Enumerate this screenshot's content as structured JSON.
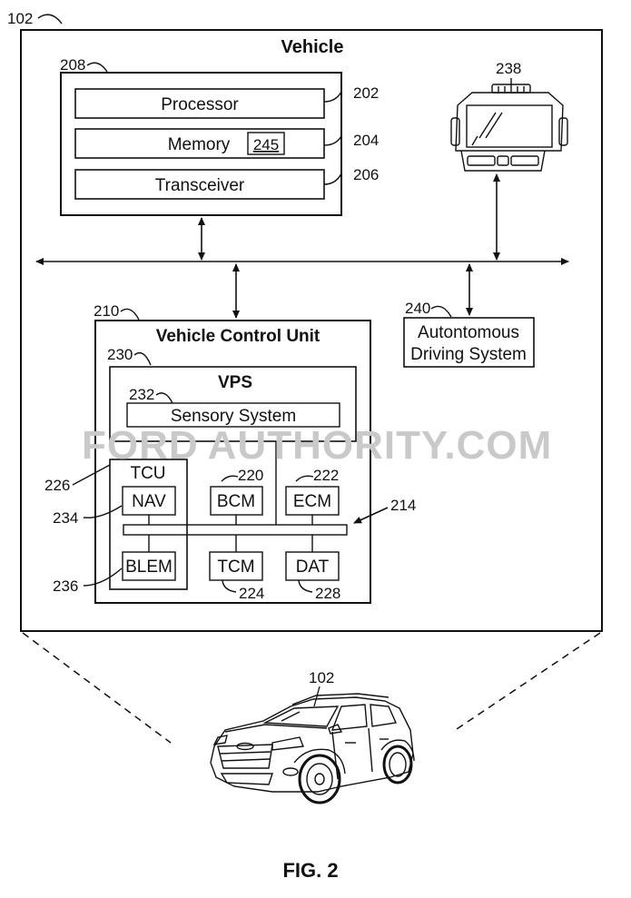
{
  "figure": {
    "label": "FIG. 2"
  },
  "watermark": {
    "text": "FORD AUTHORITY.COM",
    "brand": "FORD",
    "rest": "AUTHORITY.COM"
  },
  "vehicle_frame": {
    "ref": "102",
    "title": "Vehicle"
  },
  "computing_block": {
    "ref": "208",
    "processor": {
      "label": "Processor",
      "ref": "202"
    },
    "memory": {
      "label": "Memory",
      "ref": "204",
      "inner_ref": "245"
    },
    "transceiver": {
      "label": "Transceiver",
      "ref": "206"
    }
  },
  "display_unit": {
    "ref": "238"
  },
  "autonomous": {
    "ref": "240",
    "line1": "Autontomous",
    "line2": "Driving System"
  },
  "vcu": {
    "ref": "210",
    "title": "Vehicle Control Unit",
    "bus_ref": "214",
    "vps": {
      "ref": "230",
      "title": "VPS",
      "sensory": {
        "ref": "232",
        "label": "Sensory System"
      }
    },
    "tcu": {
      "ref": "226",
      "title": "TCU",
      "nav": {
        "ref": "234",
        "label": "NAV"
      },
      "blem": {
        "ref": "236",
        "label": "BLEM"
      }
    },
    "bcm": {
      "ref": "220",
      "label": "BCM"
    },
    "ecm": {
      "ref": "222",
      "label": "ECM"
    },
    "tcm": {
      "ref": "224",
      "label": "TCM"
    },
    "dat": {
      "ref": "228",
      "label": "DAT"
    }
  },
  "car": {
    "ref": "102"
  },
  "colors": {
    "line": "#111111",
    "watermark": "#c9c9c9",
    "background": "#ffffff"
  }
}
